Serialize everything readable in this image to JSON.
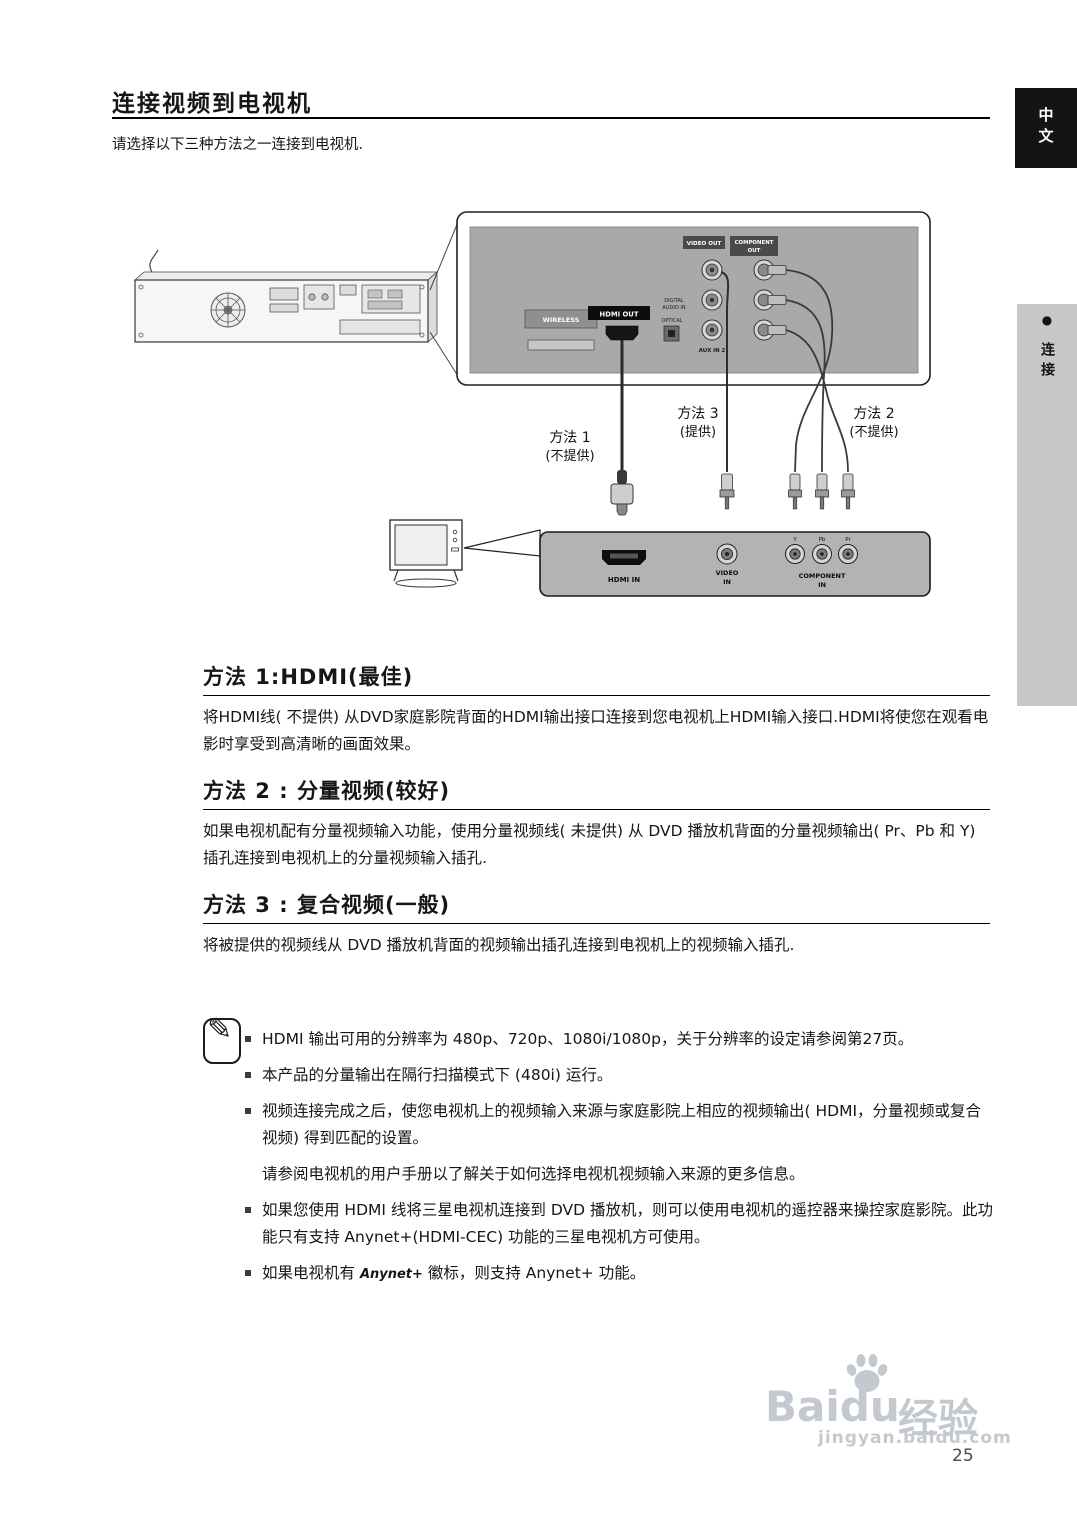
{
  "page": {
    "title": "连接视频到电视机",
    "intro": "请选择以下三种方法之一连接到电视机.",
    "page_number": "25"
  },
  "sidebar": {
    "language": "中文",
    "bullet": "●",
    "section": "连接"
  },
  "diagram": {
    "back_labels": {
      "wireless": "WIRELESS",
      "hdmi_out": "HDMI OUT",
      "digital1": "DIGITAL",
      "digital2": "AUDIO IN",
      "optical": "OPTICAL",
      "video_out": "VIDEO OUT",
      "component1": "COMPONENT",
      "component2": "OUT",
      "aux": "AUX IN 2"
    },
    "tv_labels": {
      "hdmi_in": "HDMI IN",
      "video1": "VIDEO",
      "video2": "IN",
      "comp1": "COMPONENT",
      "comp2": "IN",
      "y": "Y",
      "pb": "Pb",
      "pr": "Pr"
    },
    "methods": {
      "m1": "方法 1",
      "m1_note": "(不提供)",
      "m2": "方法 2",
      "m2_note": "(不提供)",
      "m3": "方法 3",
      "m3_note": "(提供)"
    }
  },
  "sections": [
    {
      "heading": "方法 1:HDMI(最佳)",
      "body": "将HDMI线( 不提供) 从DVD家庭影院背面的HDMI输出接口连接到您电视机上HDMI输入接口.HDMI将使您在观看电影时享受到高清晰的画面效果。"
    },
    {
      "heading": "方法 2 : 分量视频(较好)",
      "body": "如果电视机配有分量视频输入功能，使用分量视频线( 未提供) 从 DVD 播放机背面的分量视频输出( Pr、Pb 和 Y) 插孔连接到电视机上的分量视频输入插孔."
    },
    {
      "heading": "方法 3 : 复合视频(一般)",
      "body": "将被提供的视频线从 DVD 播放机背面的视频输出插孔连接到电视机上的视频输入插孔."
    }
  ],
  "notes": {
    "items": [
      {
        "bullet": true,
        "text": "HDMI 输出可用的分辨率为 480p、720p、1080i/1080p，关于分辨率的设定请参阅第27页。"
      },
      {
        "bullet": true,
        "text": "本产品的分量输出在隔行扫描模式下 (480i) 运行。"
      },
      {
        "bullet": true,
        "text": "视频连接完成之后，使您电视机上的视频输入来源与家庭影院上相应的视频输出( HDMI，分量视频或复合视频) 得到匹配的设置。"
      },
      {
        "bullet": false,
        "text": "请参阅电视机的用户手册以了解关于如何选择电视机视频输入来源的更多信息。"
      },
      {
        "bullet": true,
        "text": "如果您使用 HDMI 线将三星电视机连接到 DVD 播放机，则可以使用电视机的遥控器来操控家庭影院。此功能只有支持 Anynet+(HDMI-CEC) 功能的三星电视机方可使用。"
      },
      {
        "bullet": true,
        "prefix": "如果电视机有 ",
        "logo": "Anynet+",
        "suffix": " 徽标，则支持 Anynet+ 功能。"
      }
    ]
  },
  "watermark": {
    "brand": "Baidu",
    "brand_cn": "经验",
    "url": "jingyan.baidu.com"
  },
  "colors": {
    "panel_gray": "#a9a9a9",
    "tv_panel_gray": "#b3b3b3",
    "sidebar_gray": "#c7c7c7",
    "sidebar_black": "#141414",
    "watermark_gray": "#c4c9cf"
  }
}
